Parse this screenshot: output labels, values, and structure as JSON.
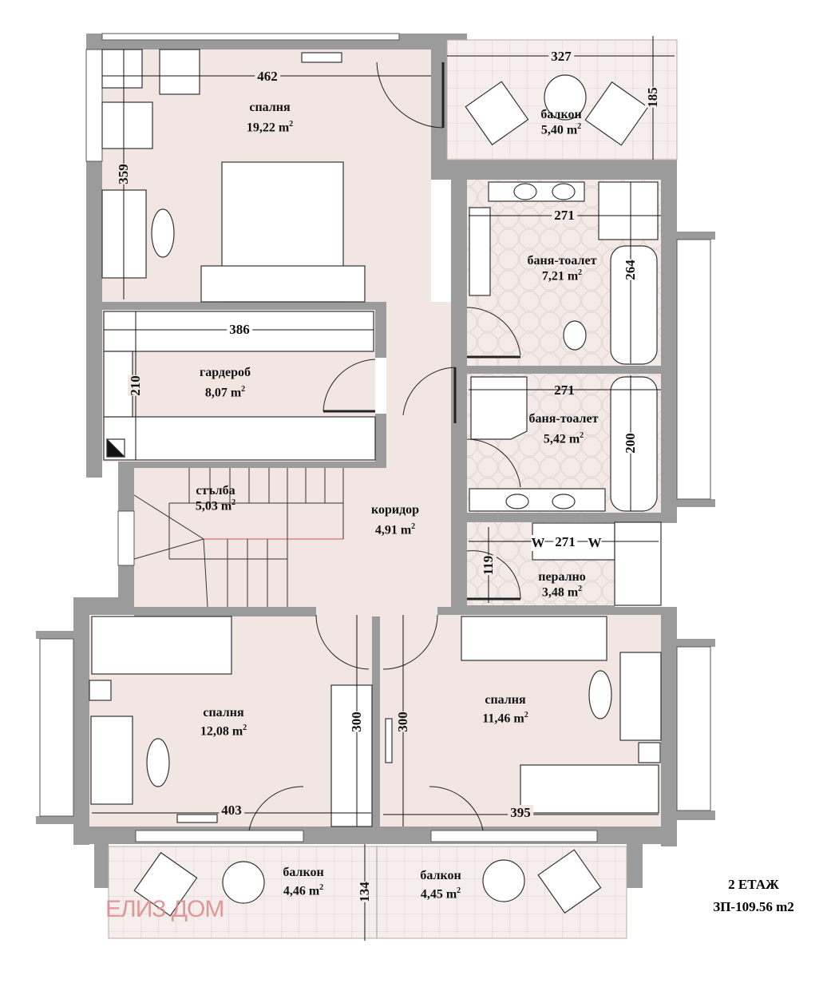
{
  "colors": {
    "room": "#f2e6e3",
    "wall": "#9b9b9b",
    "balcony": "#f6eeec",
    "furniture": "#ffffff",
    "watermark": "#d98a8a"
  },
  "rooms": [
    {
      "id": "bedroom_main",
      "name": "спалня",
      "area": "19,22"
    },
    {
      "id": "balcony_top",
      "name": "балкон",
      "area": "5,40"
    },
    {
      "id": "bath1",
      "name": "баня-тоалет",
      "area": "7,21"
    },
    {
      "id": "wardrobe",
      "name": "гардероб",
      "area": "8,07"
    },
    {
      "id": "bath2",
      "name": "баня-тоалет",
      "area": "5,42"
    },
    {
      "id": "stairs",
      "name": "стълба",
      "area": "5,03"
    },
    {
      "id": "corridor",
      "name": "коридор",
      "area": "4,91"
    },
    {
      "id": "laundry",
      "name": "перално",
      "area": "3,48"
    },
    {
      "id": "bedroom_left",
      "name": "спалня",
      "area": "12,08"
    },
    {
      "id": "bedroom_right",
      "name": "спалня",
      "area": "11,46"
    },
    {
      "id": "balcony_left",
      "name": "балкон",
      "area": "4,46"
    },
    {
      "id": "balcony_right",
      "name": "балкон",
      "area": "4,45"
    }
  ],
  "area_unit": "m",
  "area_exp": "2",
  "dimensions": {
    "d462": "462",
    "d327": "327",
    "d185": "185",
    "d359": "359",
    "d271a": "271",
    "d264": "264",
    "d386": "386",
    "d210": "210",
    "d271b": "271",
    "d200": "200",
    "d271c": "271",
    "d119": "119",
    "d300a": "300",
    "d300b": "300",
    "d403": "403",
    "d395": "395",
    "d134": "134"
  },
  "laundry_marks": {
    "w1": "W",
    "w2": "W"
  },
  "floor_title": "2 ЕТАЖ",
  "floor_area": "ЗП-109.56 m2",
  "watermark": "ЕЛИЗ ДОМ"
}
